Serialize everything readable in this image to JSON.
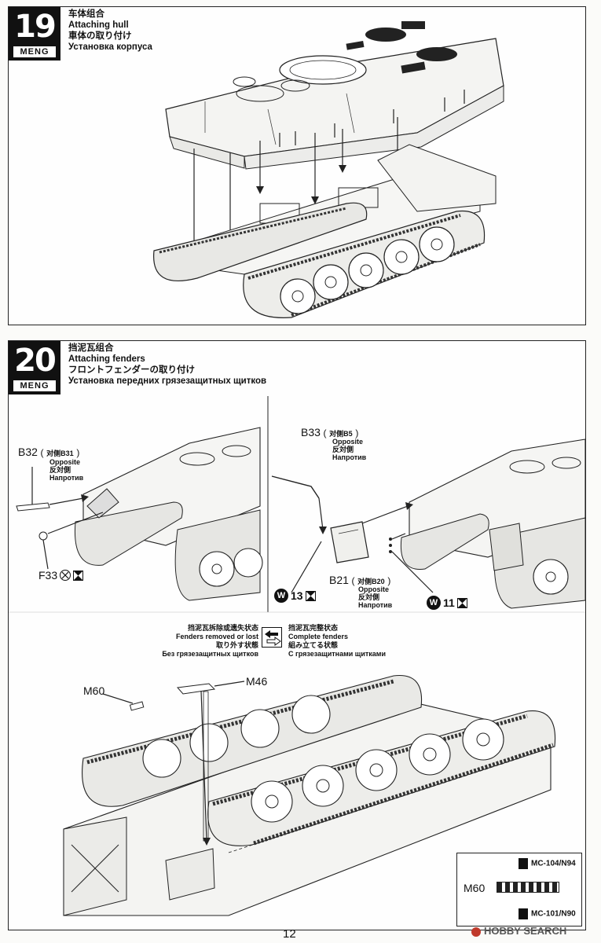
{
  "step19": {
    "number": "19",
    "brand": "MENG",
    "title_cn": "车体组合",
    "title_en": "Attaching hull",
    "title_jp": "車体の取り付け",
    "title_ru": "Установка корпуса"
  },
  "step20": {
    "number": "20",
    "brand": "MENG",
    "title_cn": "挡泥瓦组合",
    "title_en": "Attaching fenders",
    "title_jp": "フロントフェンダーの取り付け",
    "title_ru": "Установка передних грязезащитных щитков",
    "left": {
      "part_b32": "B32",
      "b32_pair": "对侧B31",
      "b32_opp_en": "Opposite",
      "b32_opp_jp": "反対側",
      "b32_opp_ru": "Напротив",
      "part_f33": "F33"
    },
    "right": {
      "part_b33": "B33",
      "b33_pair": "对侧B5",
      "b33_opp_en": "Opposite",
      "b33_opp_jp": "反対側",
      "b33_opp_ru": "Напротив",
      "part_b21": "B21",
      "b21_pair": "对侧B20",
      "b21_opp_en": "Opposite",
      "b21_opp_jp": "反対側",
      "b21_opp_ru": "Напротив",
      "w13_letter": "W",
      "w13_num": "13",
      "w11_letter": "W",
      "w11_num": "11"
    },
    "legend": {
      "removed_cn": "挡泥瓦拆除或遗失状态",
      "removed_en": "Fenders removed or lost",
      "removed_jp": "取り外す状態",
      "removed_ru": "Без грязезащитных щитков",
      "complete_cn": "挡泥瓦完整状态",
      "complete_en": "Complete fenders",
      "complete_jp": "組み立てる状態",
      "complete_ru": "С грязезащитнами щитками"
    }
  },
  "step21": {
    "part_m60": "M60",
    "part_m46": "M46",
    "paint_top": "MC-104/N94",
    "paint_label": "M60",
    "paint_bottom": "MC-101/N90"
  },
  "page_number": "12",
  "watermark": "HOBBY SEARCH"
}
